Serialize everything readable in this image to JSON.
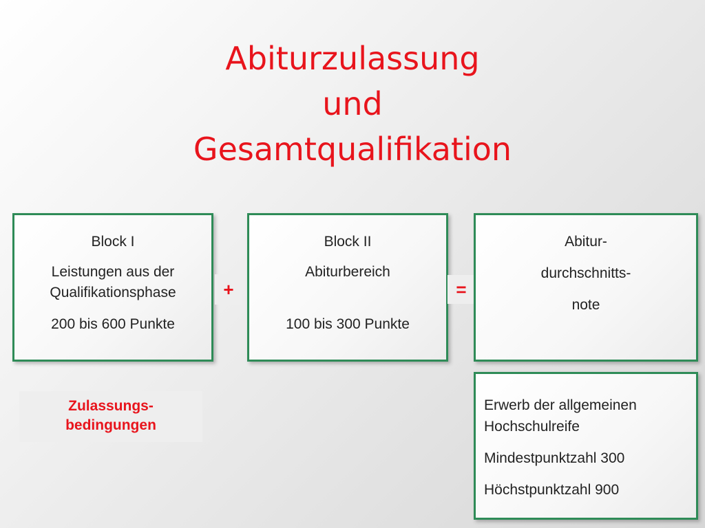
{
  "title": {
    "line1": "Abiturzulassung",
    "line2": "und",
    "line3": "Gesamtqualifikation"
  },
  "block1": {
    "heading": "Block I",
    "desc_line1": "Leistungen aus der",
    "desc_line2": "Qualifikationsphase",
    "points": "200 bis 600 Punkte"
  },
  "operator_plus": "+",
  "block2": {
    "heading": "Block II",
    "desc": "Abiturbereich",
    "points": "100 bis 300 Punkte"
  },
  "operator_equals": "=",
  "result": {
    "line1": "Abitur-",
    "line2": "durchschnitts-",
    "line3": "note"
  },
  "zulassung": {
    "line1": "Zulassungs-",
    "line2": "bedingungen"
  },
  "conditions": {
    "line1": "Erwerb der allgemeinen",
    "line2": "Hochschulreife",
    "line3": "Mindestpunktzahl 300",
    "line4": "Höchstpunktzahl 900"
  },
  "colors": {
    "accent_red": "#e8141c",
    "border_green": "#2e8b57"
  }
}
